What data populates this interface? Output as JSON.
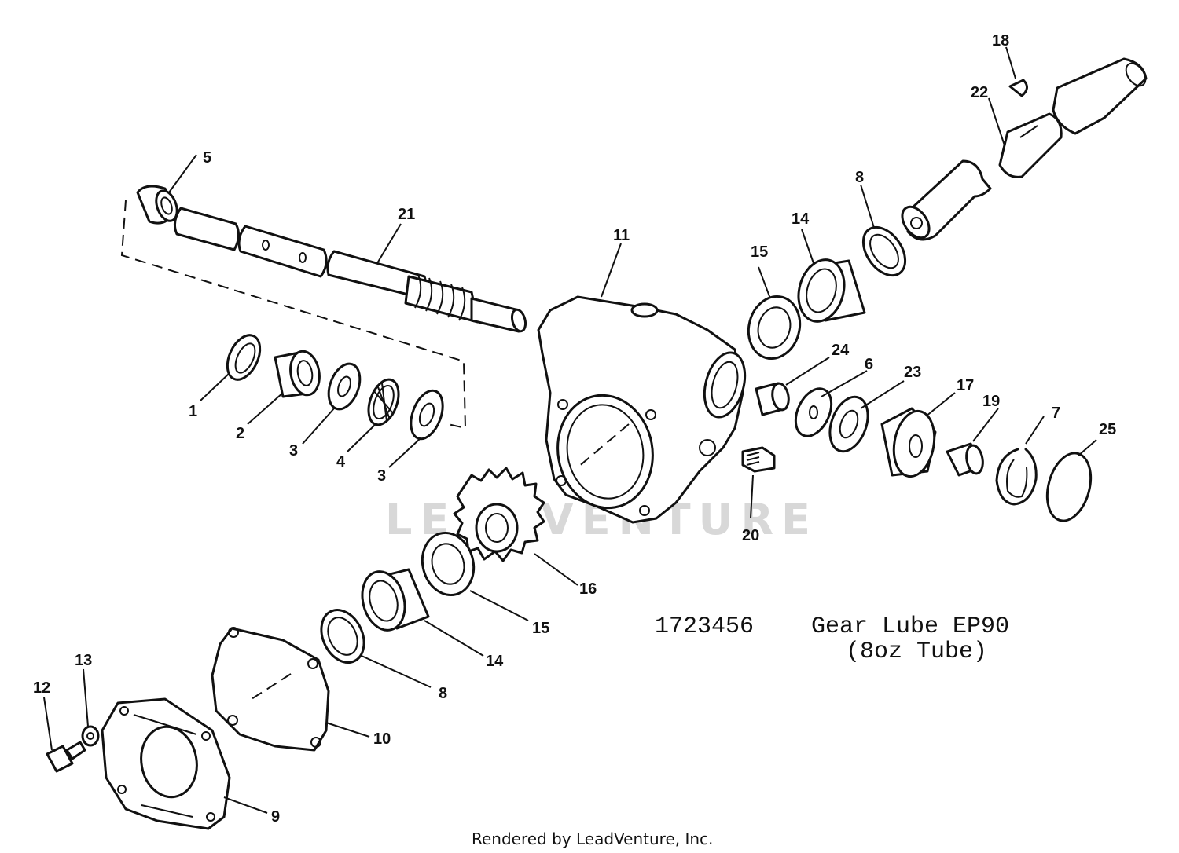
{
  "callouts": [
    "1",
    "2",
    "3",
    "3",
    "4",
    "5",
    "6",
    "7",
    "8",
    "8",
    "9",
    "10",
    "11",
    "12",
    "13",
    "14",
    "14",
    "15",
    "15",
    "16",
    "17",
    "18",
    "19",
    "20",
    "21",
    "22",
    "23",
    "24",
    "25"
  ],
  "note": {
    "part_number": "1723456",
    "description": "Gear Lube EP90",
    "package": "(8oz Tube)"
  },
  "watermark": "LEADVENTURE",
  "footer": "Rendered by LeadVenture, Inc.",
  "colors": {
    "line": "#111111",
    "background": "#ffffff",
    "watermark": "#d8d8d8"
  }
}
